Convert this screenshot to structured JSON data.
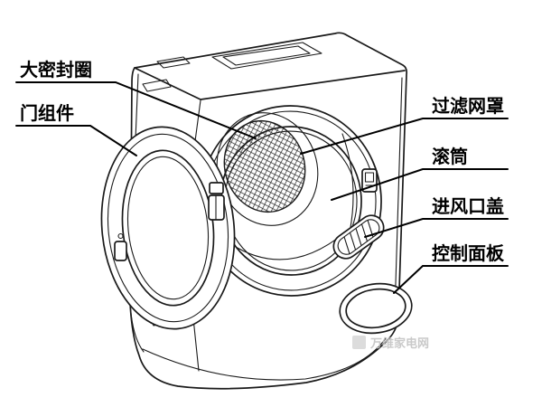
{
  "diagram": {
    "type": "technical-line-drawing",
    "subject": "clothes-dryer-exploded-front-view",
    "labels": [
      {
        "id": "seal-ring",
        "text": "大密封圈",
        "side": "left"
      },
      {
        "id": "door-assembly",
        "text": "门组件",
        "side": "left"
      },
      {
        "id": "filter-mesh-cover",
        "text": "过滤网罩",
        "side": "right"
      },
      {
        "id": "drum",
        "text": "滚筒",
        "side": "right"
      },
      {
        "id": "air-inlet-cover",
        "text": "进风口盖",
        "side": "right"
      },
      {
        "id": "control-panel",
        "text": "控制面板",
        "side": "right"
      }
    ],
    "watermark_text": "万维家电网",
    "colors": {
      "line": "#1a1a1a",
      "label": "#000000",
      "watermark": "#c4c4c4",
      "background": "#ffffff"
    }
  }
}
